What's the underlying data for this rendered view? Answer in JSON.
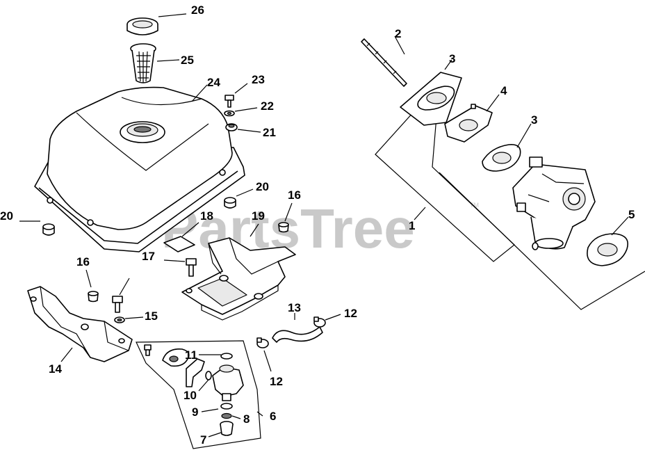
{
  "watermark": {
    "text": "PartsTree",
    "mark": "TM"
  },
  "callouts": {
    "c26": "26",
    "c25": "25",
    "c24": "24",
    "c23": "23",
    "c22": "22",
    "c21": "21",
    "c20a": "20",
    "c20b": "20",
    "c19": "19",
    "c18": "18",
    "c17": "17",
    "c16a": "16",
    "c16b": "16",
    "c15": "15",
    "c14": "14",
    "c13": "13",
    "c12a": "12",
    "c12b": "12",
    "c11": "11",
    "c10": "10",
    "c9": "9",
    "c8": "8",
    "c7": "7",
    "c6": "6",
    "c5": "5",
    "c4": "4",
    "c3a": "3",
    "c3b": "3",
    "c2": "2",
    "c1": "1"
  }
}
